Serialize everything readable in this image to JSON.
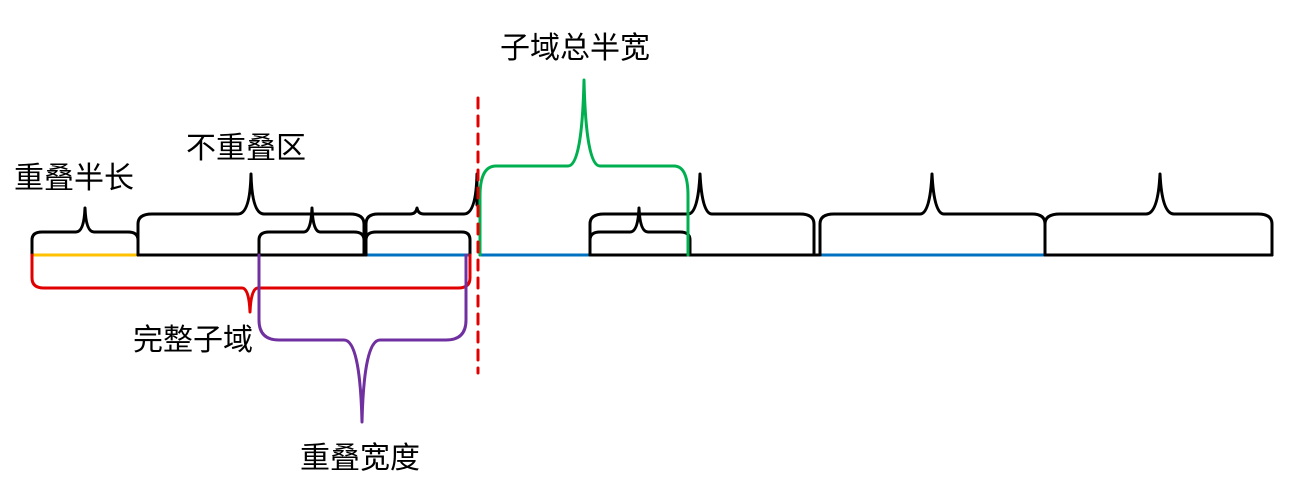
{
  "diagram": {
    "labels": {
      "overlap_half_length": "重叠半长",
      "non_overlap_region": "不重叠区",
      "subdomain_total_half_width": "子域总半宽",
      "complete_subdomain": "完整子域",
      "overlap_width": "重叠宽度"
    },
    "colors": {
      "black": "#000000",
      "yellow": "#FFC000",
      "blue": "#0070C0",
      "red": "#E00000",
      "purple": "#7030A0",
      "green": "#00B050"
    }
  }
}
